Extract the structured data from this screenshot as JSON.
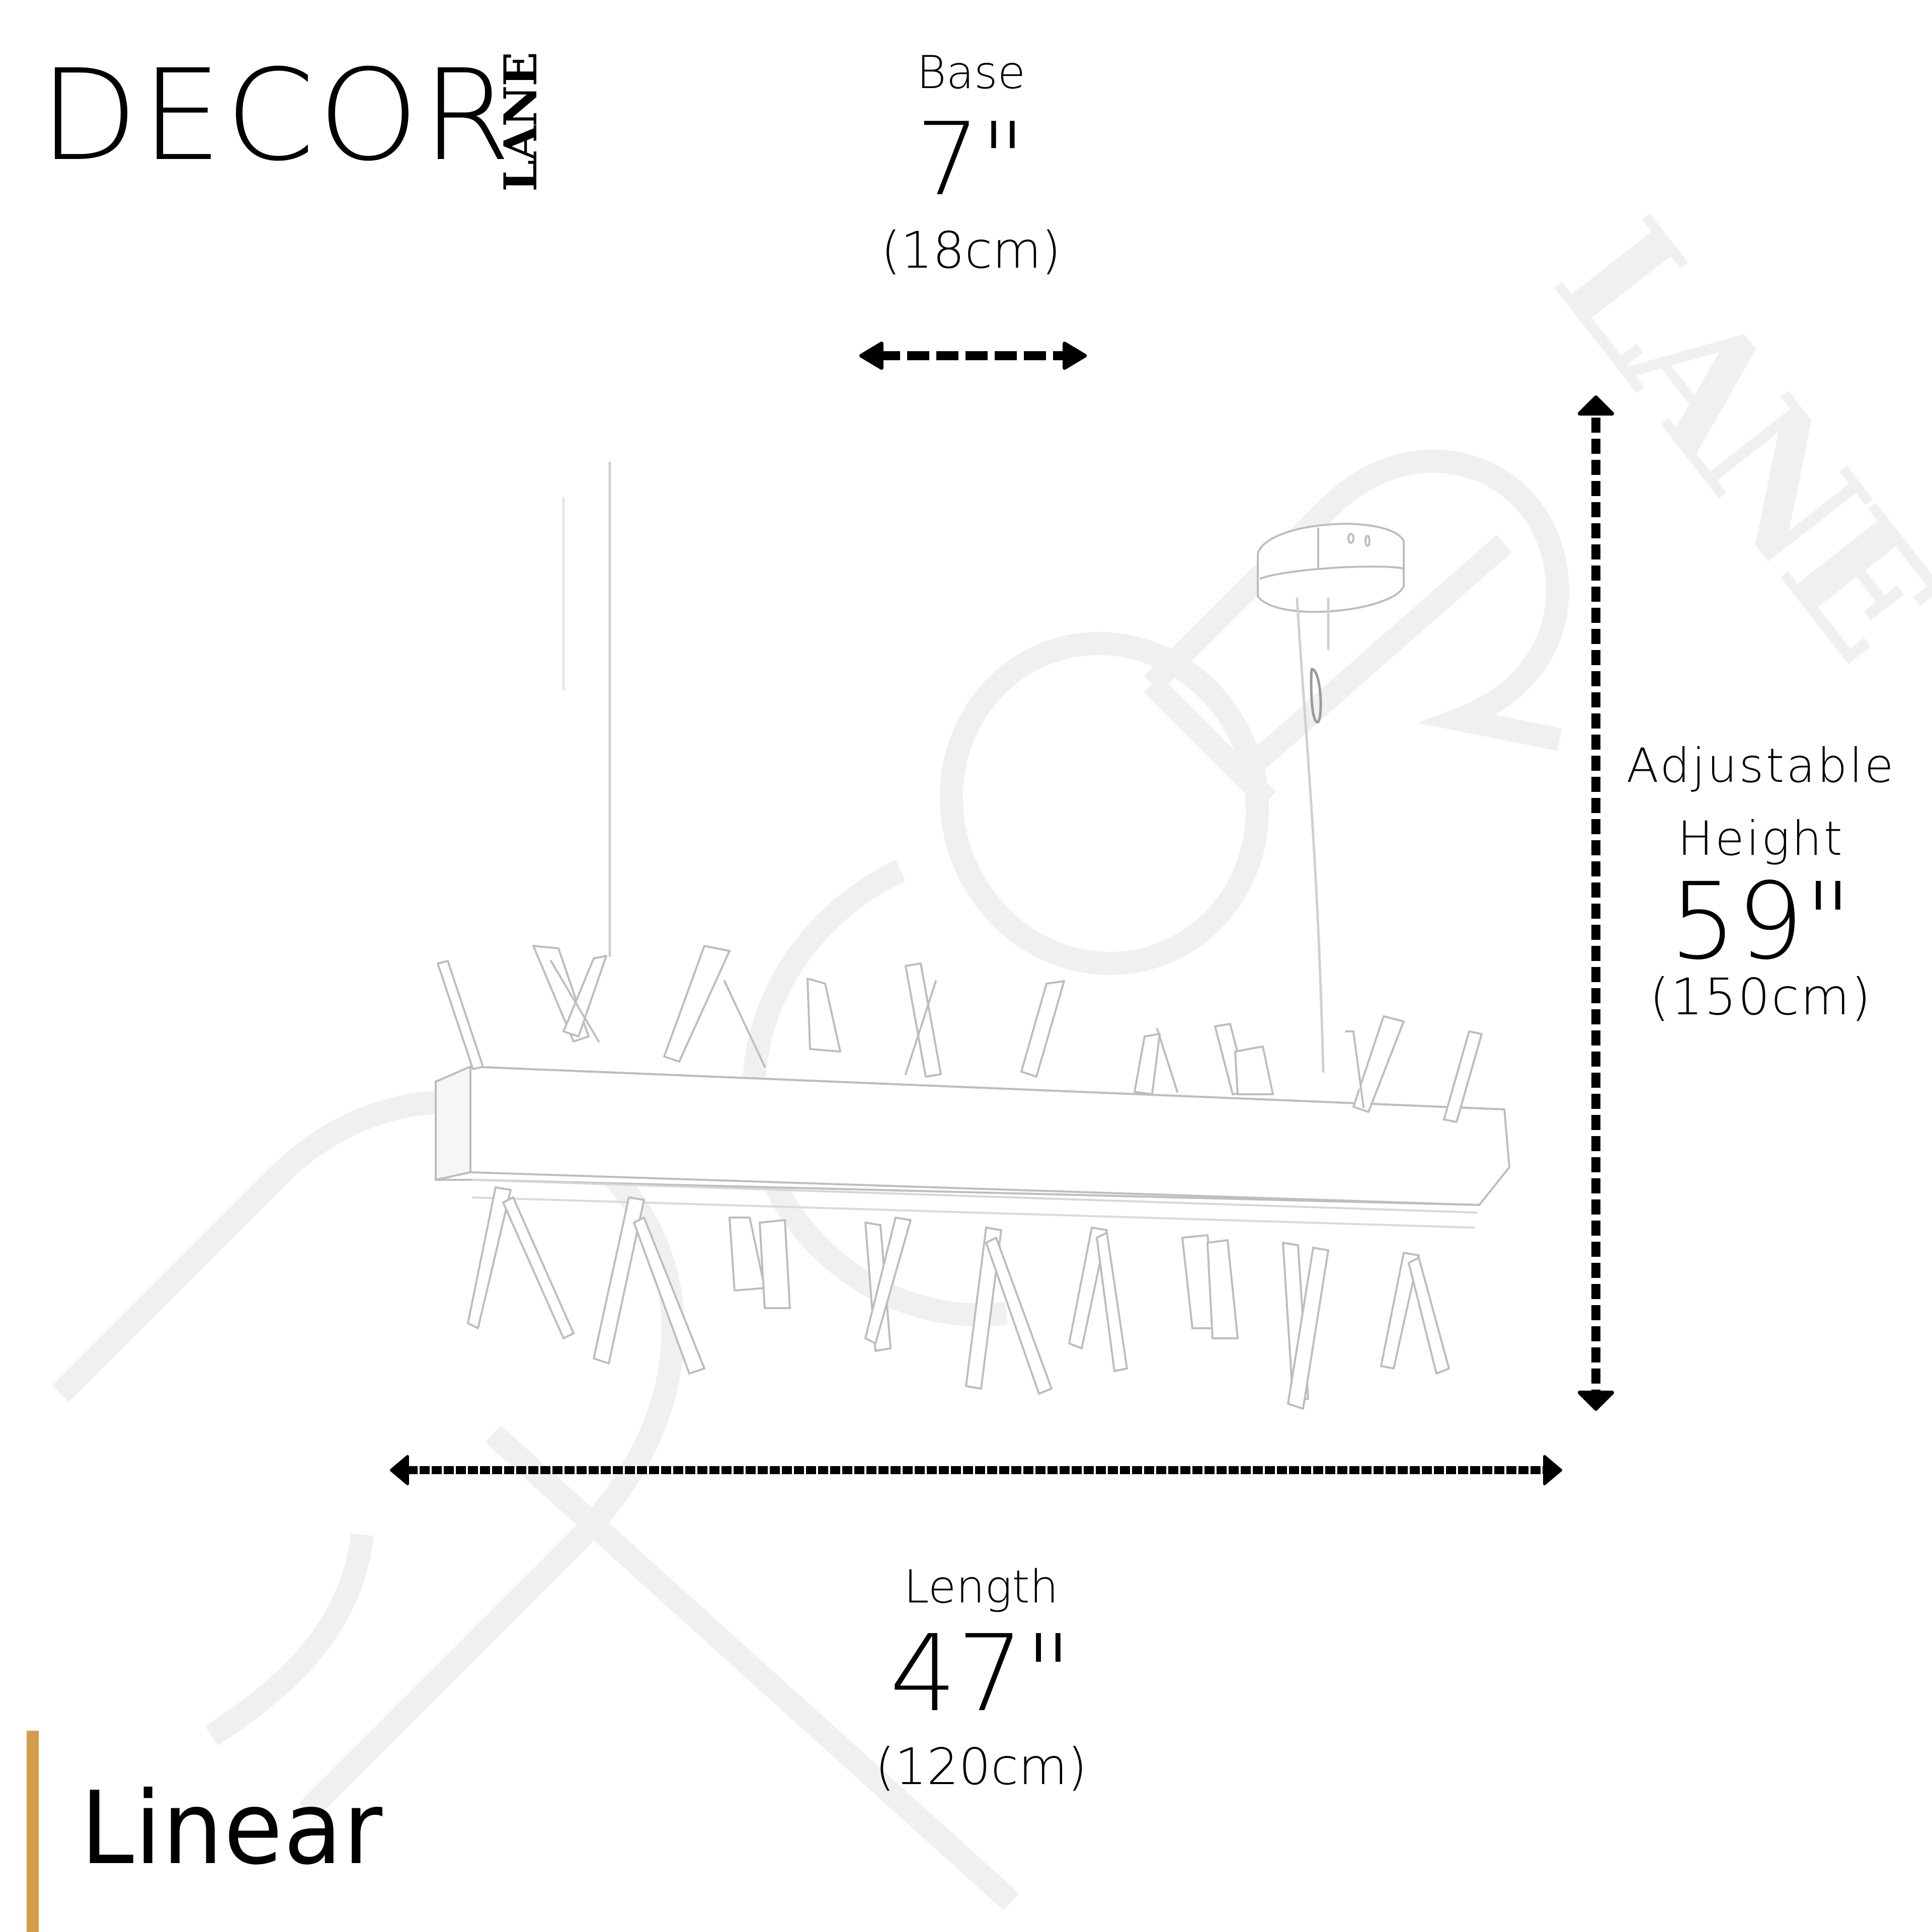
{
  "brand": {
    "logo_primary": "DECOR",
    "logo_secondary": "LANE",
    "watermark_primary": "DECOR",
    "watermark_secondary": "LANE"
  },
  "dimensions": {
    "base": {
      "label": "Base",
      "value": "7\"",
      "metric": "(18cm)"
    },
    "height": {
      "label_line1": "Adjustable",
      "label_line2": "Height",
      "value": "59\"",
      "metric": "(150cm)"
    },
    "length": {
      "label": "Length",
      "value": "47\"",
      "metric": "(120cm)"
    }
  },
  "product": {
    "name": "Linear"
  },
  "colors": {
    "accent": "#D39E48",
    "text": "#000000",
    "watermark": "#F0F0F0",
    "sketch": "#B8B8B8",
    "background": "#FFFFFF"
  },
  "icons": {
    "base_arrow": "double-headed-horizontal-dashed-arrow",
    "height_arrow": "double-headed-vertical-dashed-arrow",
    "length_arrow": "double-headed-horizontal-dashed-arrow"
  }
}
